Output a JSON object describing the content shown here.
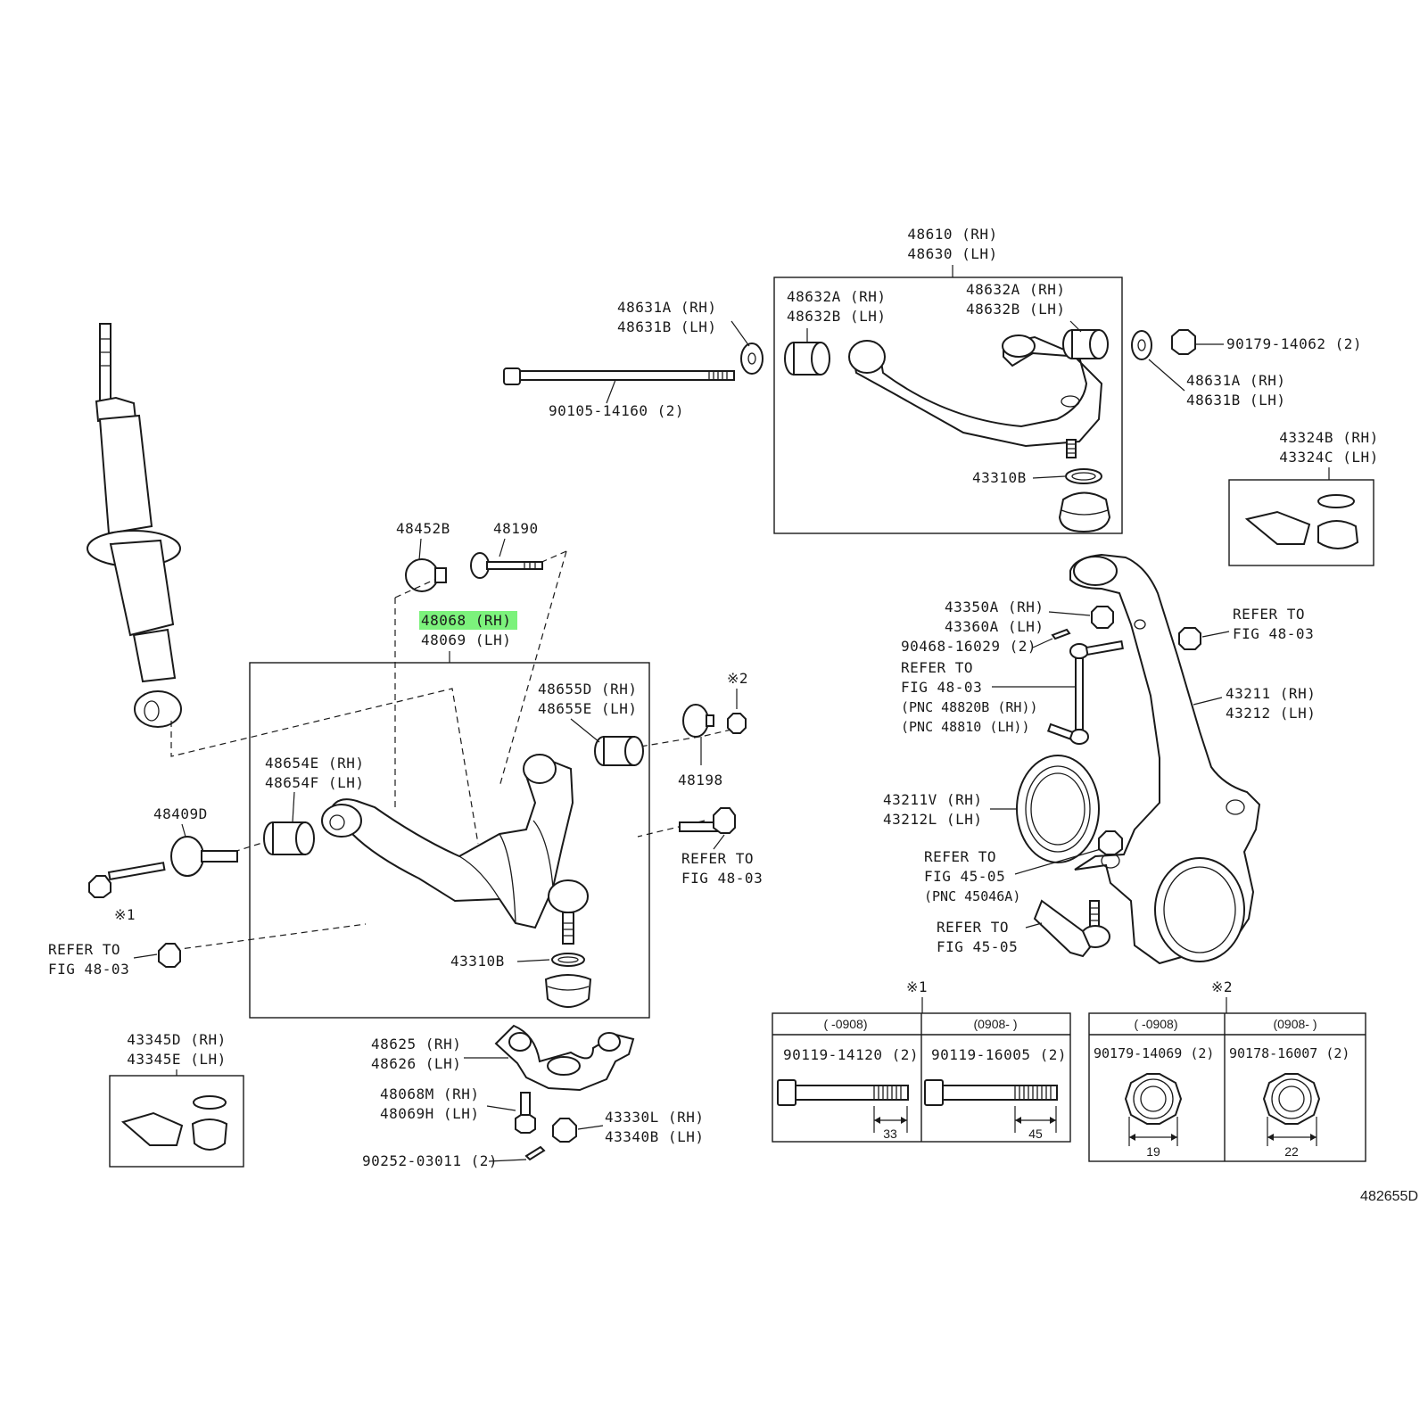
{
  "labels": {
    "upper_arm": [
      "48610 (RH)",
      "48630 (LH)"
    ],
    "bush_upper_left": [
      "48632A (RH)",
      "48632B (LH)"
    ],
    "bush_upper_right": [
      "48632A (RH)",
      "48632B (LH)"
    ],
    "washer_upper_left": [
      "48631A (RH)",
      "48631B (LH)"
    ],
    "washer_upper_right": [
      "48631A (RH)",
      "48631B (LH)"
    ],
    "upper_bolt": "90105-14160 (2)",
    "upper_nut": "90179-14062 (2)",
    "upper_boot": "43310B",
    "boot_kit_upper": [
      "43324B (RH)",
      "43324C (LH)"
    ],
    "cam_plate": "48452B",
    "cam_bolt": "48190",
    "lower_arm_rh": "48068 (RH)",
    "lower_arm_lh": "48069 (LH)",
    "bush_lower_right": [
      "48655D (RH)",
      "48655E (LH)"
    ],
    "bush_lower_left": [
      "48654E (RH)",
      "48654F (LH)"
    ],
    "cam_washer": "48409D",
    "note1_mark": "※1",
    "note2_mark": "※2",
    "cam_plate_right": "48198",
    "refer_48_03_left": [
      "REFER TO",
      "FIG 48-03"
    ],
    "refer_48_03_mid": [
      "REFER TO",
      "FIG 48-03"
    ],
    "refer_48_03_right": [
      "REFER TO",
      "FIG 48-03"
    ],
    "lower_boot": "43310B",
    "boot_kit_lower": [
      "43345D (RH)",
      "43345E (LH)"
    ],
    "ball_joint": [
      "48625 (RH)",
      "48626 (LH)"
    ],
    "ball_bolt": [
      "48068M (RH)",
      "48069H (LH)"
    ],
    "ball_nut": [
      "43330L (RH)",
      "43340B (LH)"
    ],
    "cotter_pin_lower": "90252-03011 (2)",
    "knuckle_nut": [
      "43350A (RH)",
      "43360A (LH)"
    ],
    "cotter_pin_upper": "90468-16029 (2)",
    "stabilizer_link": [
      "REFER TO",
      "FIG 48-03",
      "(PNC 48820B (RH))",
      "(PNC 48810 (LH))"
    ],
    "knuckle": [
      "43211 (RH)",
      "43212 (LH)"
    ],
    "dust_cover": [
      "43211V (RH)",
      "43212L (LH)"
    ],
    "tie_rod_nut": [
      "REFER TO",
      "FIG 45-05",
      "(PNC 45046A)"
    ],
    "tie_rod_end": [
      "REFER TO",
      "FIG 45-05"
    ],
    "refer_knuckle_bolt": [
      "REFER TO",
      "FIG 48-03"
    ],
    "figure_code": "482655D"
  },
  "table1": {
    "mark": "※1",
    "headers": [
      "(      -0908)",
      "(0908-        )"
    ],
    "parts": [
      "90119-14120 (2)",
      "90119-16005 (2)"
    ],
    "dims": [
      "33",
      "45"
    ]
  },
  "table2": {
    "mark": "※2",
    "headers": [
      "(      -0908)",
      "(0908-        )"
    ],
    "parts": [
      "90179-14069 (2)",
      "90178-16007 (2)"
    ],
    "dims": [
      "19",
      "22"
    ]
  },
  "highlight_color": "#7cf27c"
}
